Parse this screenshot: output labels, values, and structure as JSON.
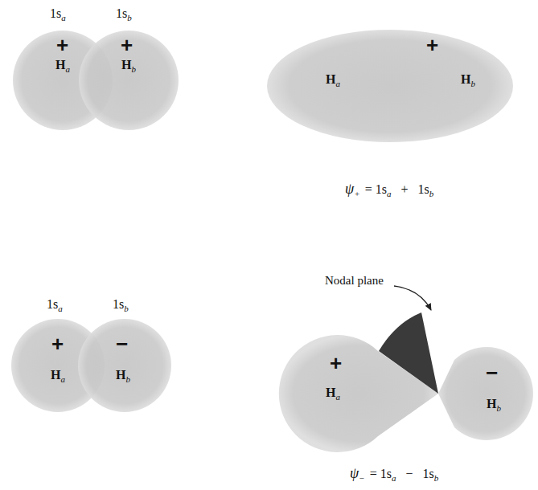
{
  "diagram": {
    "nodes": [
      {
        "text": [
          "1s",
          "a",
          "+",
          "H",
          "a"
        ]
      },
      {
        "text": [
          "1s",
          "b",
          "+",
          "H",
          "b"
        ]
      },
      {
        "text": [
          "+",
          "H",
          "a",
          "H",
          "b"
        ]
      },
      {
        "text": [
          "1s",
          "a",
          "+",
          "H",
          "a"
        ]
      },
      {
        "text": [
          "1s",
          "b",
          "−",
          "H",
          "b"
        ]
      },
      {
        "text": [
          "+",
          "H",
          "a"
        ]
      },
      {
        "text": [
          "−",
          "H",
          "b"
        ]
      }
    ],
    "labels": [
      "ψ",
      "+",
      "= 1s",
      "a",
      "+",
      "1s",
      "b",
      "Nodal plane",
      "ψ",
      "−",
      "= 1s",
      "a",
      "−",
      "1s",
      "b"
    ]
  }
}
